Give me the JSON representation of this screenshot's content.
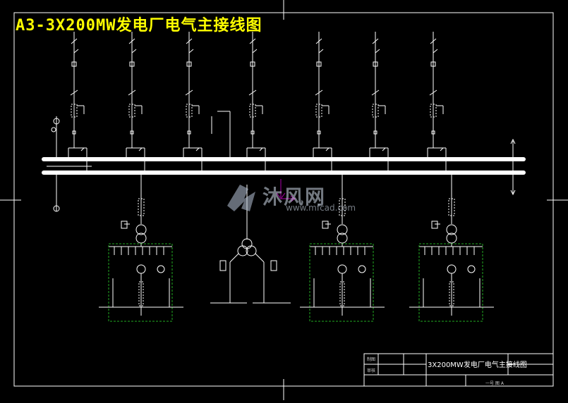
{
  "title": "A3-3X200MW发电厂电气主接线图",
  "title_color": "#ffff00",
  "watermark": {
    "text": "沐风网",
    "url": "www.mfcad.com"
  },
  "title_block": {
    "drawing_name": "3X200MW发电厂电气主接线图",
    "row_1": "制图",
    "row_2": "审核",
    "sheet": "一号 图 A"
  }
}
